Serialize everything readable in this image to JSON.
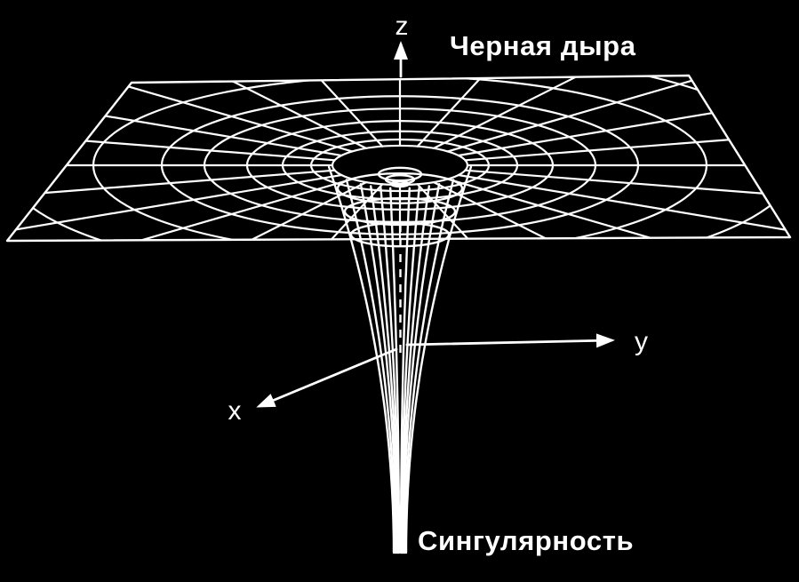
{
  "page": {
    "background_color": "#000000",
    "stroke_color": "#ffffff"
  },
  "labels": {
    "black_hole": "Черная дыра",
    "singularity": "Сингулярность",
    "axis_z": "z",
    "axis_y": "y",
    "axis_x": "x"
  },
  "diagram": {
    "type": "wireframe-embedding-diagram",
    "elements": [
      "curved-grid-plane",
      "gravity-well-funnel",
      "z-axis-arrow",
      "y-axis-arrow",
      "x-axis-arrow"
    ]
  }
}
